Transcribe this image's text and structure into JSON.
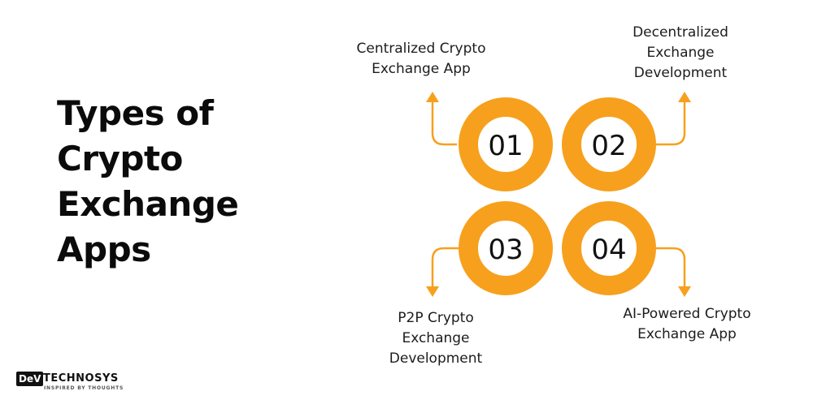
{
  "title": {
    "lines": [
      "Types of",
      "Crypto",
      "Exchange",
      "Apps"
    ]
  },
  "items": [
    {
      "number": "01",
      "label_lines": [
        "Centralized Crypto",
        "Exchange App"
      ]
    },
    {
      "number": "02",
      "label_lines": [
        "Decentralized",
        "Exchange",
        "Development"
      ]
    },
    {
      "number": "03",
      "label_lines": [
        "P2P Crypto",
        "Exchange",
        "Development"
      ]
    },
    {
      "number": "04",
      "label_lines": [
        "AI-Powered Crypto",
        "Exchange App"
      ]
    }
  ],
  "logo": {
    "badge": "DeV",
    "word": "TECHNOSYS",
    "tagline": "INSPIRED BY THOUGHTS"
  },
  "colors": {
    "accent": "#F7A01D",
    "text": "#111111",
    "background": "#ffffff"
  }
}
